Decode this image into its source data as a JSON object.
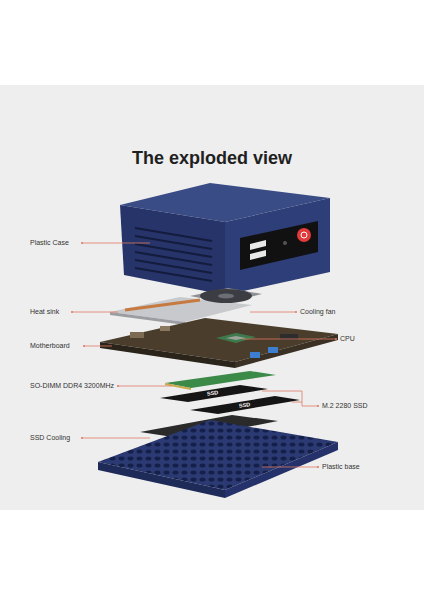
{
  "diagram": {
    "title": "The exploded view",
    "labels": [
      "Plastic Case",
      "Heat sink",
      "Cooling fan",
      "Motherboard",
      "CPU",
      "SO-DIMM DDR4 3200MHz",
      "M.2 2280 SSD",
      "SSD",
      "SSD",
      "SSD Cooling",
      "Plastic base"
    ]
  }
}
